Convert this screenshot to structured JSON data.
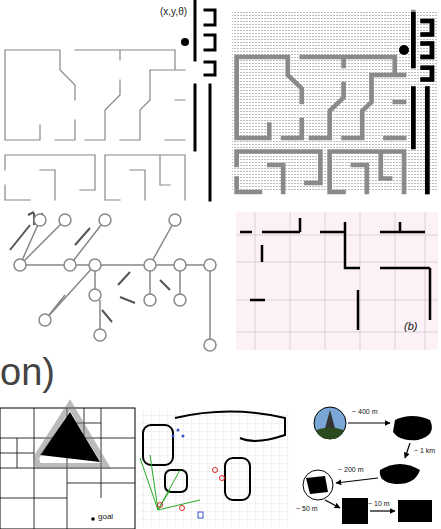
{
  "diagram": {
    "labels": [
      "(x,y,θ)",
      "on)",
      "(b)",
      "goal",
      "~ 400 m",
      "~ 1 km",
      "~ 200 m",
      "~ 50 m",
      "~ 10 m"
    ]
  }
}
